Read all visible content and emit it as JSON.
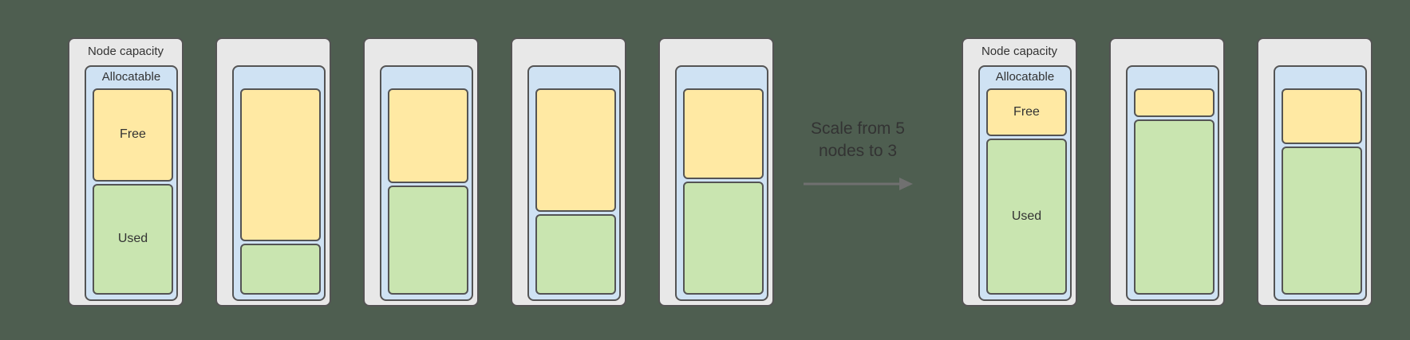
{
  "colors": {
    "background": "#4e5e50",
    "node_fill": "#e8e8e8",
    "allocatable_fill": "#cfe2f3",
    "free_fill": "#ffe9a3",
    "used_fill": "#c9e5b0",
    "border": "#545454",
    "text": "#333333",
    "arrow": "#707070"
  },
  "labels": {
    "node_capacity": "Node capacity",
    "allocatable": "Allocatable",
    "free": "Free",
    "used": "Used"
  },
  "annotation": {
    "line1": "Scale from 5",
    "line2": "nodes to 3"
  },
  "left_group": {
    "nodes": [
      {
        "show_labels": true,
        "free_pct": 45,
        "used_pct": 55
      },
      {
        "show_labels": false,
        "free_pct": 74,
        "used_pct": 26
      },
      {
        "show_labels": false,
        "free_pct": 46,
        "used_pct": 54
      },
      {
        "show_labels": false,
        "free_pct": 60,
        "used_pct": 40
      },
      {
        "show_labels": false,
        "free_pct": 44,
        "used_pct": 56
      }
    ]
  },
  "right_group": {
    "nodes": [
      {
        "show_labels": true,
        "free_pct": 23,
        "used_pct": 77
      },
      {
        "show_labels": false,
        "free_pct": 14,
        "used_pct": 86
      },
      {
        "show_labels": false,
        "free_pct": 27,
        "used_pct": 73
      }
    ]
  }
}
